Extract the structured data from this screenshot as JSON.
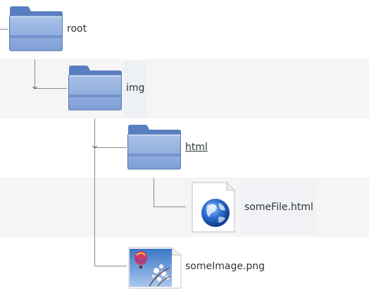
{
  "tree": {
    "nodes": [
      {
        "label": "root",
        "icon": "folder-icon"
      },
      {
        "label": "img",
        "icon": "folder-icon"
      },
      {
        "label": "html",
        "icon": "folder-icon"
      },
      {
        "label": "someFile.html",
        "icon": "html-file-icon"
      },
      {
        "label": "someImage.png",
        "icon": "png-file-icon"
      }
    ]
  },
  "colors": {
    "folder_light": "#a4bee4",
    "folder_mid": "#7b9bd4",
    "folder_dark": "#4d73b8",
    "row_alt": "#f6f5f4",
    "connector": "#8c8c8c"
  }
}
